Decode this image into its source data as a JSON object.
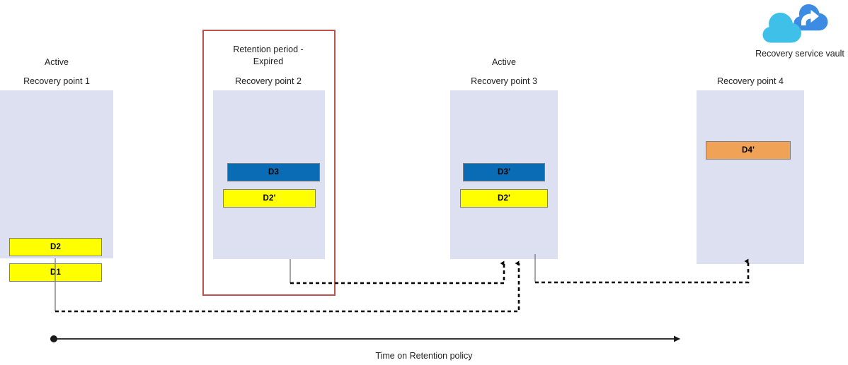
{
  "diagram": {
    "title_note": "Azure Backup retention policy recovery point chain",
    "colors": {
      "panel": "#dce0f0",
      "yellow": "#ffff00",
      "blue": "#0a6cb4",
      "orange": "#f0a256",
      "expired_border": "#c0504d",
      "wire": "#000000",
      "solid_wire": "#808080",
      "vault_cloud_back": "#3b8ce2",
      "vault_cloud_front": "#3ec0e8"
    },
    "recovery_points": [
      {
        "status": "Active",
        "title": "Recovery point 1",
        "blocks": [
          {
            "label": "D2",
            "color": "yellow"
          },
          {
            "label": "D1",
            "color": "yellow"
          }
        ]
      },
      {
        "status": "Retention period -\nExpired",
        "title": "Recovery point 2",
        "expired": true,
        "blocks": [
          {
            "label": "D3",
            "color": "blue"
          },
          {
            "label": "D2'",
            "color": "yellow"
          }
        ]
      },
      {
        "status": "Active",
        "title": "Recovery point 3",
        "blocks": [
          {
            "label": "D3'",
            "color": "blue"
          },
          {
            "label": "D2'",
            "color": "yellow"
          }
        ]
      },
      {
        "status": "",
        "title": "Recovery point 4",
        "blocks": [
          {
            "label": "D4'",
            "color": "orange"
          }
        ]
      }
    ],
    "vault": {
      "label": "Recovery service vault",
      "icon": "cloud-arrow-icon"
    },
    "timeline": {
      "label": "Time on Retention policy"
    }
  }
}
